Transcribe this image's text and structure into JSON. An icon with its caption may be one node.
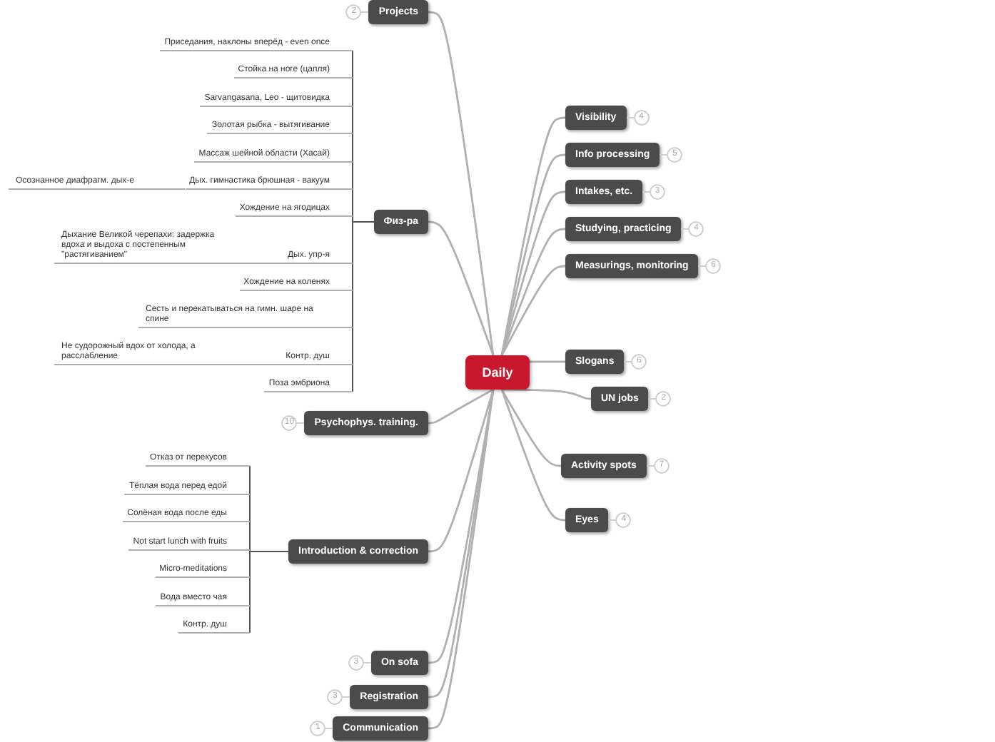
{
  "diagram": {
    "nodes": [
      {
        "text": [
          "Daily"
        ]
      },
      {
        "text": [
          "Projects"
        ],
        "beside": [
          "2"
        ]
      },
      {
        "text": [
          "Физ-ра"
        ]
      },
      {
        "text": [
          "Приседания, наклоны вперёд - even once"
        ]
      },
      {
        "text": [
          "Стойка на ноге (цапля)"
        ]
      },
      {
        "text": [
          "Sarvangasana, Leo - щитовидка"
        ]
      },
      {
        "text": [
          "Золотая рыбка - вытягивание"
        ]
      },
      {
        "text": [
          "Массаж шейной области (Хасай)"
        ]
      },
      {
        "text": [
          "Дых. гимнастика брюшная - вакуум"
        ]
      },
      {
        "text": [
          "Осознанное диафрагм. дых-е"
        ]
      },
      {
        "text": [
          "Хождение на ягодицах"
        ]
      },
      {
        "text": [
          "Дых. упр-я"
        ]
      },
      {
        "text": [
          "Дыхание Великой черепахи: задержка вдоха и выдоха с постепенным \"растягиванием\""
        ]
      },
      {
        "text": [
          "Хождение на коленях"
        ]
      },
      {
        "text": [
          "Сесть и перекатываться на гимн. шаре на спине"
        ]
      },
      {
        "text": [
          "Контр. душ"
        ]
      },
      {
        "text": [
          "Не судорожный вдох от холода, а расслабление"
        ]
      },
      {
        "text": [
          "Поза эмбриона"
        ]
      },
      {
        "text": [
          "Psychophys. training."
        ],
        "beside": [
          "10"
        ]
      },
      {
        "text": [
          "Introduction & correction"
        ]
      },
      {
        "text": [
          "Отказ от перекусов"
        ]
      },
      {
        "text": [
          "Тёплая вода перед едой"
        ]
      },
      {
        "text": [
          "Солёная вода после еды"
        ]
      },
      {
        "text": [
          "Not start lunch with fruits"
        ]
      },
      {
        "text": [
          "Micro-meditations"
        ]
      },
      {
        "text": [
          "Вода вместо чая"
        ]
      },
      {
        "text": [
          "Контр. душ"
        ]
      },
      {
        "text": [
          "On sofa"
        ],
        "beside": [
          "3"
        ]
      },
      {
        "text": [
          "Registration"
        ],
        "beside": [
          "3"
        ]
      },
      {
        "text": [
          "Communication"
        ],
        "beside": [
          "1"
        ]
      },
      {
        "text": [
          "Visibility"
        ],
        "beside": [
          "4"
        ]
      },
      {
        "text": [
          "Info processing"
        ],
        "beside": [
          "5"
        ]
      },
      {
        "text": [
          "Intakes, etc."
        ],
        "beside": [
          "3"
        ]
      },
      {
        "text": [
          "Studying, practicing"
        ],
        "beside": [
          "4"
        ]
      },
      {
        "text": [
          "Measurings, monitoring"
        ],
        "beside": [
          "6"
        ]
      },
      {
        "text": [
          "Slogans"
        ],
        "beside": [
          "6"
        ]
      },
      {
        "text": [
          "UN jobs"
        ],
        "beside": [
          "2"
        ]
      },
      {
        "text": [
          "Activity spots"
        ],
        "beside": [
          "7"
        ]
      },
      {
        "text": [
          "Eyes"
        ],
        "beside": [
          "4"
        ]
      }
    ],
    "edges": [
      {
        "from": 0,
        "to": 1,
        "arrow": "none",
        "color": "#b0b0b0"
      },
      {
        "from": 0,
        "to": 2,
        "arrow": "none",
        "color": "#b0b0b0"
      },
      {
        "from": 0,
        "to": 18,
        "arrow": "none",
        "color": "#b0b0b0"
      },
      {
        "from": 0,
        "to": 19,
        "arrow": "none",
        "color": "#b0b0b0"
      },
      {
        "from": 0,
        "to": 27,
        "arrow": "none",
        "color": "#b0b0b0"
      },
      {
        "from": 0,
        "to": 28,
        "arrow": "none",
        "color": "#b0b0b0"
      },
      {
        "from": 0,
        "to": 29,
        "arrow": "none",
        "color": "#b0b0b0"
      },
      {
        "from": 0,
        "to": 30,
        "arrow": "none",
        "color": "#b0b0b0"
      },
      {
        "from": 0,
        "to": 31,
        "arrow": "none",
        "color": "#b0b0b0"
      },
      {
        "from": 0,
        "to": 32,
        "arrow": "none",
        "color": "#b0b0b0"
      },
      {
        "from": 0,
        "to": 33,
        "arrow": "none",
        "color": "#b0b0b0"
      },
      {
        "from": 0,
        "to": 34,
        "arrow": "none",
        "color": "#b0b0b0"
      },
      {
        "from": 0,
        "to": 35,
        "arrow": "none",
        "color": "#b0b0b0"
      },
      {
        "from": 0,
        "to": 36,
        "arrow": "none",
        "color": "#b0b0b0"
      },
      {
        "from": 0,
        "to": 37,
        "arrow": "none",
        "color": "#b0b0b0"
      },
      {
        "from": 0,
        "to": 38,
        "arrow": "none",
        "color": "#b0b0b0"
      },
      {
        "from": 2,
        "to": 3,
        "arrow": "none",
        "color": "#555555"
      },
      {
        "from": 2,
        "to": 4,
        "arrow": "none",
        "color": "#555555"
      },
      {
        "from": 2,
        "to": 5,
        "arrow": "none",
        "color": "#555555"
      },
      {
        "from": 2,
        "to": 6,
        "arrow": "none",
        "color": "#555555"
      },
      {
        "from": 2,
        "to": 7,
        "arrow": "none",
        "color": "#555555"
      },
      {
        "from": 2,
        "to": 8,
        "arrow": "none",
        "color": "#555555"
      },
      {
        "from": 2,
        "to": 10,
        "arrow": "none",
        "color": "#555555"
      },
      {
        "from": 2,
        "to": 11,
        "arrow": "none",
        "color": "#555555"
      },
      {
        "from": 2,
        "to": 13,
        "arrow": "none",
        "color": "#555555"
      },
      {
        "from": 2,
        "to": 14,
        "arrow": "none",
        "color": "#555555"
      },
      {
        "from": 2,
        "to": 15,
        "arrow": "none",
        "color": "#555555"
      },
      {
        "from": 2,
        "to": 17,
        "arrow": "none",
        "color": "#555555"
      },
      {
        "from": 8,
        "to": 9,
        "arrow": "none",
        "color": "#b0b0b0"
      },
      {
        "from": 11,
        "to": 12,
        "arrow": "none",
        "color": "#b0b0b0"
      },
      {
        "from": 15,
        "to": 16,
        "arrow": "none",
        "color": "#b0b0b0"
      },
      {
        "from": 19,
        "to": 20,
        "arrow": "none",
        "color": "#555555"
      },
      {
        "from": 19,
        "to": 21,
        "arrow": "none",
        "color": "#555555"
      },
      {
        "from": 19,
        "to": 22,
        "arrow": "none",
        "color": "#555555"
      },
      {
        "from": 19,
        "to": 23,
        "arrow": "none",
        "color": "#555555"
      },
      {
        "from": 19,
        "to": 24,
        "arrow": "none",
        "color": "#555555"
      },
      {
        "from": 19,
        "to": 25,
        "arrow": "none",
        "color": "#555555"
      },
      {
        "from": 19,
        "to": 26,
        "arrow": "none",
        "color": "#555555"
      }
    ]
  }
}
